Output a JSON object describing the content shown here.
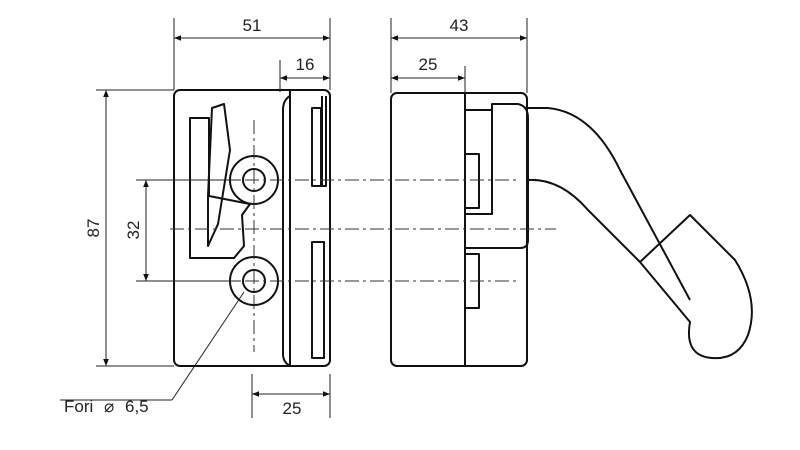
{
  "drawing": {
    "dimensions": {
      "front_width": "51",
      "front_channel": "16",
      "height": "87",
      "hole_spacing": "32",
      "bottom_width": "25",
      "side_depth": "43",
      "side_body": "25"
    },
    "hole_note": {
      "label": "Fori",
      "symbol": "⌀",
      "value": "6,5"
    }
  }
}
